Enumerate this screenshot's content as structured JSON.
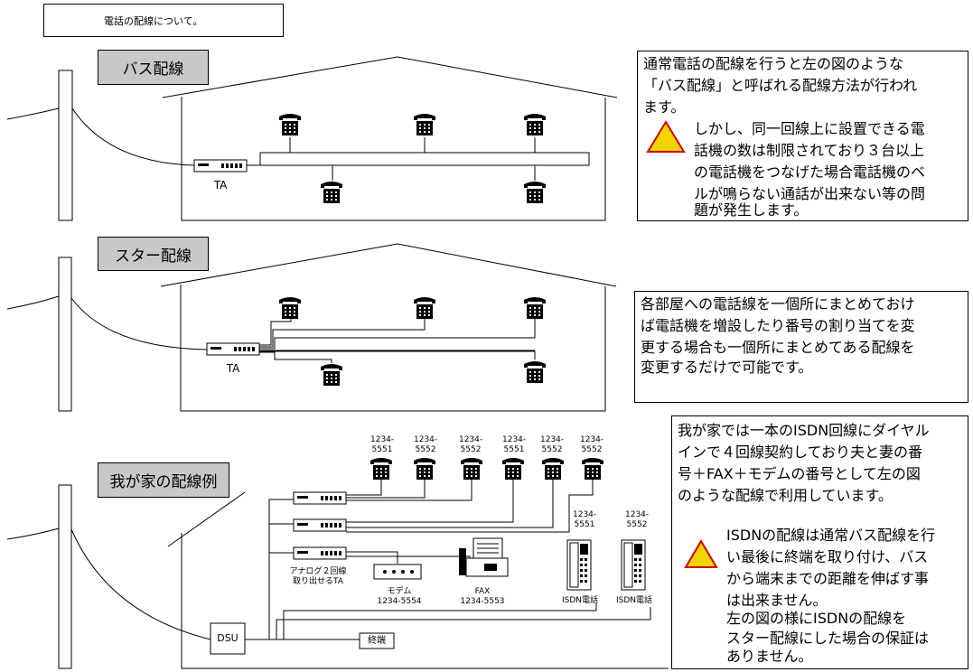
{
  "title": "電話の配線について。",
  "sections": {
    "bus": {
      "label": "バス配線",
      "ta_label": "TA"
    },
    "star": {
      "label": "スター配線",
      "ta_label": "TA"
    },
    "home": {
      "label": "我が家の配線例",
      "phones": [
        {
          "num1": "1234-",
          "num2": "5551"
        },
        {
          "num1": "1234-",
          "num2": "5552"
        },
        {
          "num1": "1234-",
          "num2": "5552"
        },
        {
          "num1": "1234-",
          "num2": "5551"
        },
        {
          "num1": "1234-",
          "num2": "5552"
        },
        {
          "num1": "1234-",
          "num2": "5552"
        }
      ],
      "isdn_phones": [
        {
          "num1": "1234-",
          "num2": "5551",
          "label": "ISDN電話"
        },
        {
          "num1": "1234-",
          "num2": "5552",
          "label": "ISDN電話"
        }
      ],
      "analog_ta": "アナログ２回線",
      "analog_ta2": "取り出せるTA",
      "modem": "モデム",
      "modem_num": "1234-5554",
      "fax": "FAX",
      "fax_num": "1234-5553",
      "dsu": "DSU",
      "terminator": "終端"
    }
  },
  "notes": {
    "bus_lead": [
      "通常電話の配線を行うと左の図のような",
      "「バス配線」と呼ばれる配線方法が行われ",
      "ます。"
    ],
    "bus_warn": [
      "しかし、同一回線上に設置できる電",
      "話機の数は制限されており３台以上",
      "の電話機をつなげた場合電話機のベ",
      "ルが鳴らない通話が出来ない等の問",
      "題が発生します。"
    ],
    "star": [
      "各部屋への電話線を一個所にまとめておけ",
      "ば電話機を増設したり番号の割り当てを変",
      "更する場合も一個所にまとめてある配線を",
      "変更するだけで可能です。"
    ],
    "home_lead": [
      "我が家では一本のISDN回線にダイヤル",
      "インで４回線契約しており夫と妻の番",
      "号＋FAX＋モデムの番号として左の図",
      "のような配線で利用しています。"
    ],
    "home_warn": [
      "ISDNの配線は通常バス配線を行",
      "い最後に終端を取り付け、バス",
      "から端末までの距離を伸ばす事",
      "は出来ません。",
      "左の図の様にISDNの配線を",
      "スター配線にした場合の保証は",
      "ありません。"
    ]
  },
  "colors": {
    "label_bg": "#c8c8c8",
    "warn_fill": "#f2d400",
    "warn_stroke": "#cc0000"
  }
}
